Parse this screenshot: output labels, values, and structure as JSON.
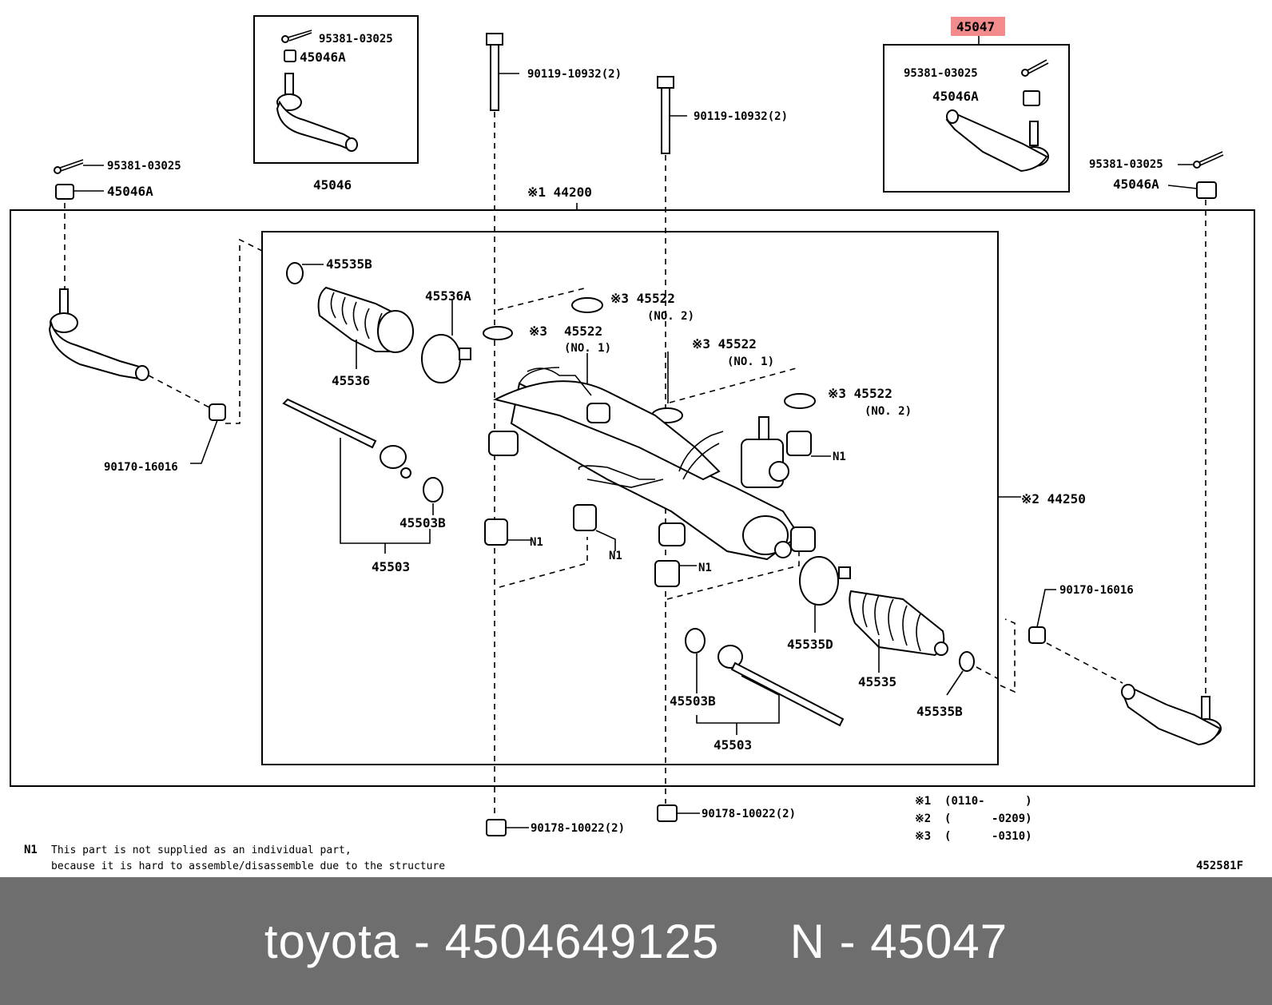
{
  "labels": {
    "inset_left_cotter": "95381-03025",
    "inset_left_nut": "45046A",
    "inset_left_part": "45046",
    "bolt_1": "90119-10932(2)",
    "bolt_2": "90119-10932(2)",
    "highlight": "45047",
    "inset_right_cotter": "95381-03025",
    "inset_right_nut": "45046A",
    "left_cotter": "95381-03025",
    "left_nut": "45046A",
    "assembly_44200": "※1 44200",
    "right_cotter": "95381-03025",
    "right_nut": "45046A",
    "clamp_left": "45535B",
    "boot_left": "45536",
    "clamp_left_large": "45536A",
    "washer_a_mark": "※3",
    "washer_a_num": "45522",
    "washer_a_sub": "(NO. 1)",
    "washer_b_mark": "※3 45522",
    "washer_b_sub": "(NO. 2)",
    "washer_c_mark": "※3 45522",
    "washer_c_sub": "(NO. 1)",
    "washer_d_mark": "※3 45522",
    "washer_d_sub": "(NO. 2)",
    "left_nut_lock": "90170-16016",
    "left_claw": "45503B",
    "left_rod": "45503",
    "n1_a": "N1",
    "n1_b": "N1",
    "n1_c": "N1",
    "n1_d": "N1",
    "assembly_44250": "※2 44250",
    "right_nut_lock": "90170-16016",
    "clamp_right_large": "45535D",
    "boot_right": "45535",
    "clamp_right": "45535B",
    "right_claw": "45503B",
    "right_rod": "45503",
    "nut_bottom_1": "90178-10022(2)",
    "nut_bottom_2": "90178-10022(2)",
    "note_1": "※1  (0110-      )",
    "note_2": "※2  (      -0209)",
    "note_3": "※3  (      -0310)",
    "n1_note_mark": "N1",
    "n1_note_line1": "This part is not supplied as an individual part,",
    "n1_note_line2": "because it is hard to assemble/disassemble due to the structure",
    "drawing_id": "452581F"
  },
  "colors": {
    "highlight_bg": "#f28b8b",
    "footer_bg": "#6e6e6e",
    "footer_text": "#ffffff"
  },
  "footer": {
    "text": "toyota - 4504649125     N - 45047"
  }
}
